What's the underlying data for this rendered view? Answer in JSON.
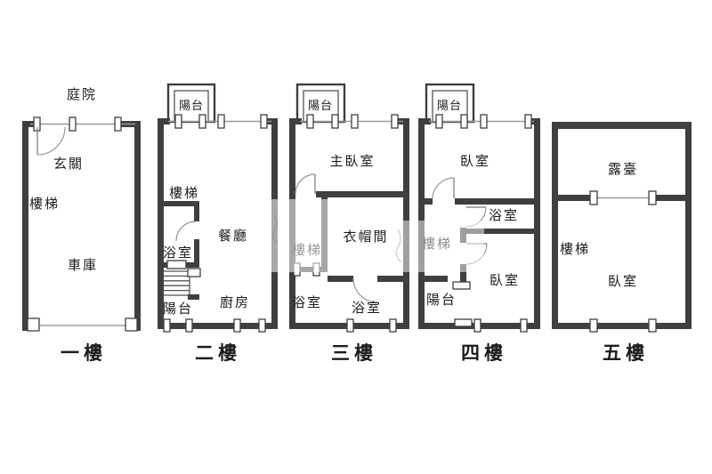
{
  "colors": {
    "wall": "#3f3f3f",
    "thin_line": "#9a9a9a",
    "door_arc": "#999999",
    "text": "#1c1c1c",
    "background": "#ffffff"
  },
  "floors": [
    {
      "label": "一樓",
      "rooms": {
        "courtyard": "庭院",
        "entry": "玄關",
        "stairs": "樓梯",
        "garage": "車庫"
      }
    },
    {
      "label": "二樓",
      "rooms": {
        "balcony_front": "陽台",
        "stairs": "樓梯",
        "bathroom": "浴室",
        "dining_room": "餐廳",
        "kitchen": "廚房",
        "balcony_rear": "陽台"
      }
    },
    {
      "label": "三樓",
      "rooms": {
        "balcony_front": "陽台",
        "master_bedroom": "主臥室",
        "stairs": "樓梯",
        "walk_in_closet": "衣帽間",
        "bathroom_left": "浴室",
        "bathroom_right": "浴室"
      }
    },
    {
      "label": "四樓",
      "rooms": {
        "balcony_front": "陽台",
        "bedroom_front": "臥室",
        "bathroom": "浴室",
        "stairs": "樓梯",
        "bedroom_rear": "臥室",
        "balcony_rear": "陽台"
      }
    },
    {
      "label": "五樓",
      "rooms": {
        "roof_terrace": "露臺",
        "stairs": "樓梯",
        "bedroom": "臥室"
      }
    }
  ]
}
